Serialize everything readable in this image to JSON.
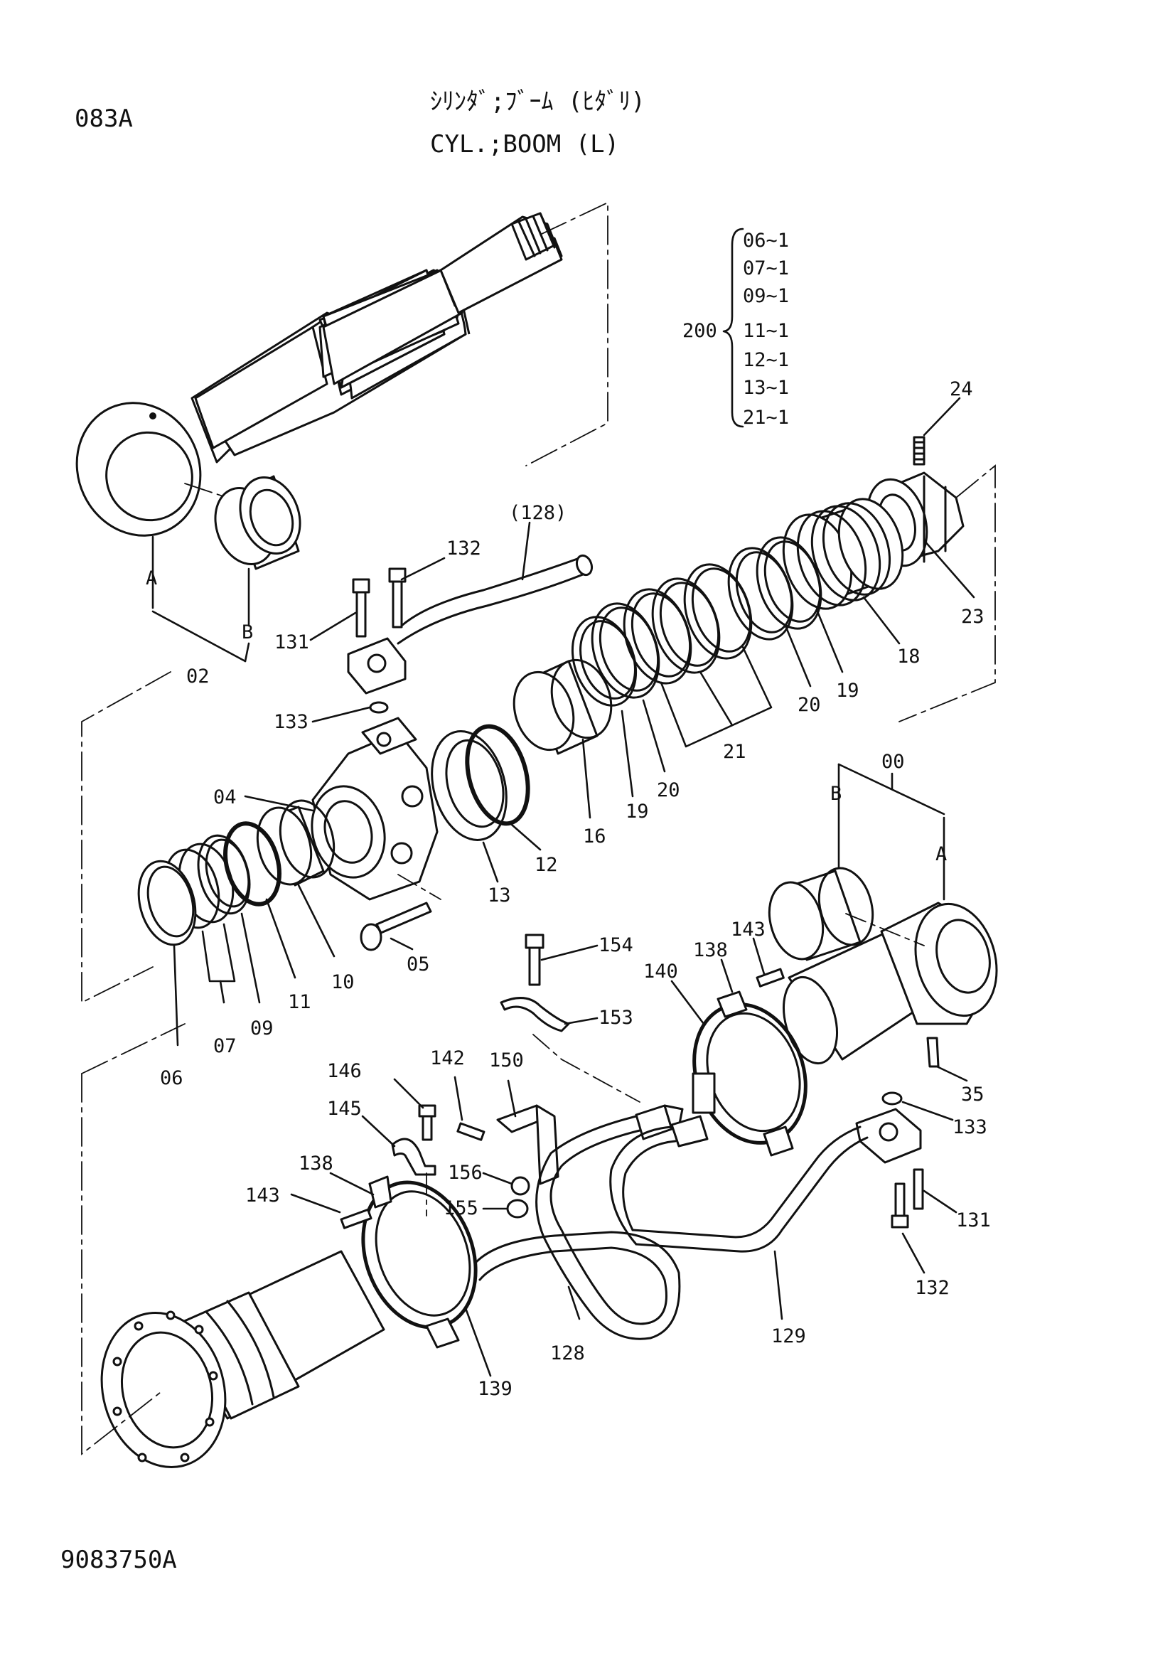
{
  "header": {
    "page_code": "083A",
    "title_jp": "ｼﾘﾝﾀﾞ;ﾌﾞｰﾑ (ﾋﾀﾞﾘ)",
    "title_en": "CYL.;BOOM (L)"
  },
  "footer": {
    "drawing_number": "9083750A"
  },
  "kit": {
    "number": "200",
    "items": [
      "06~1",
      "07~1",
      "09~1",
      "11~1",
      "12~1",
      "13~1",
      "21~1"
    ]
  },
  "callouts": {
    "c00": "00",
    "c02": "02",
    "cA1": "A",
    "cB1": "B",
    "cA2": "A",
    "cB2": "B",
    "c04": "04",
    "c05": "05",
    "c06": "06",
    "c07": "07",
    "c09": "09",
    "c10": "10",
    "c11": "11",
    "c12": "12",
    "c13": "13",
    "c16": "16",
    "c18": "18",
    "c19a": "19",
    "c19b": "19",
    "c20a": "20",
    "c20b": "20",
    "c21": "21",
    "c23": "23",
    "c24": "24",
    "c35": "35",
    "c128": "128",
    "c128p": "(128)",
    "c129": "129",
    "c131a": "131",
    "c131b": "131",
    "c132a": "132",
    "c132b": "132",
    "c133a": "133",
    "c133b": "133",
    "c138a": "138",
    "c138b": "138",
    "c139": "139",
    "c140": "140",
    "c142": "142",
    "c143a": "143",
    "c143b": "143",
    "c145": "145",
    "c146": "146",
    "c150": "150",
    "c153": "153",
    "c154": "154",
    "c155": "155",
    "c156": "156"
  }
}
